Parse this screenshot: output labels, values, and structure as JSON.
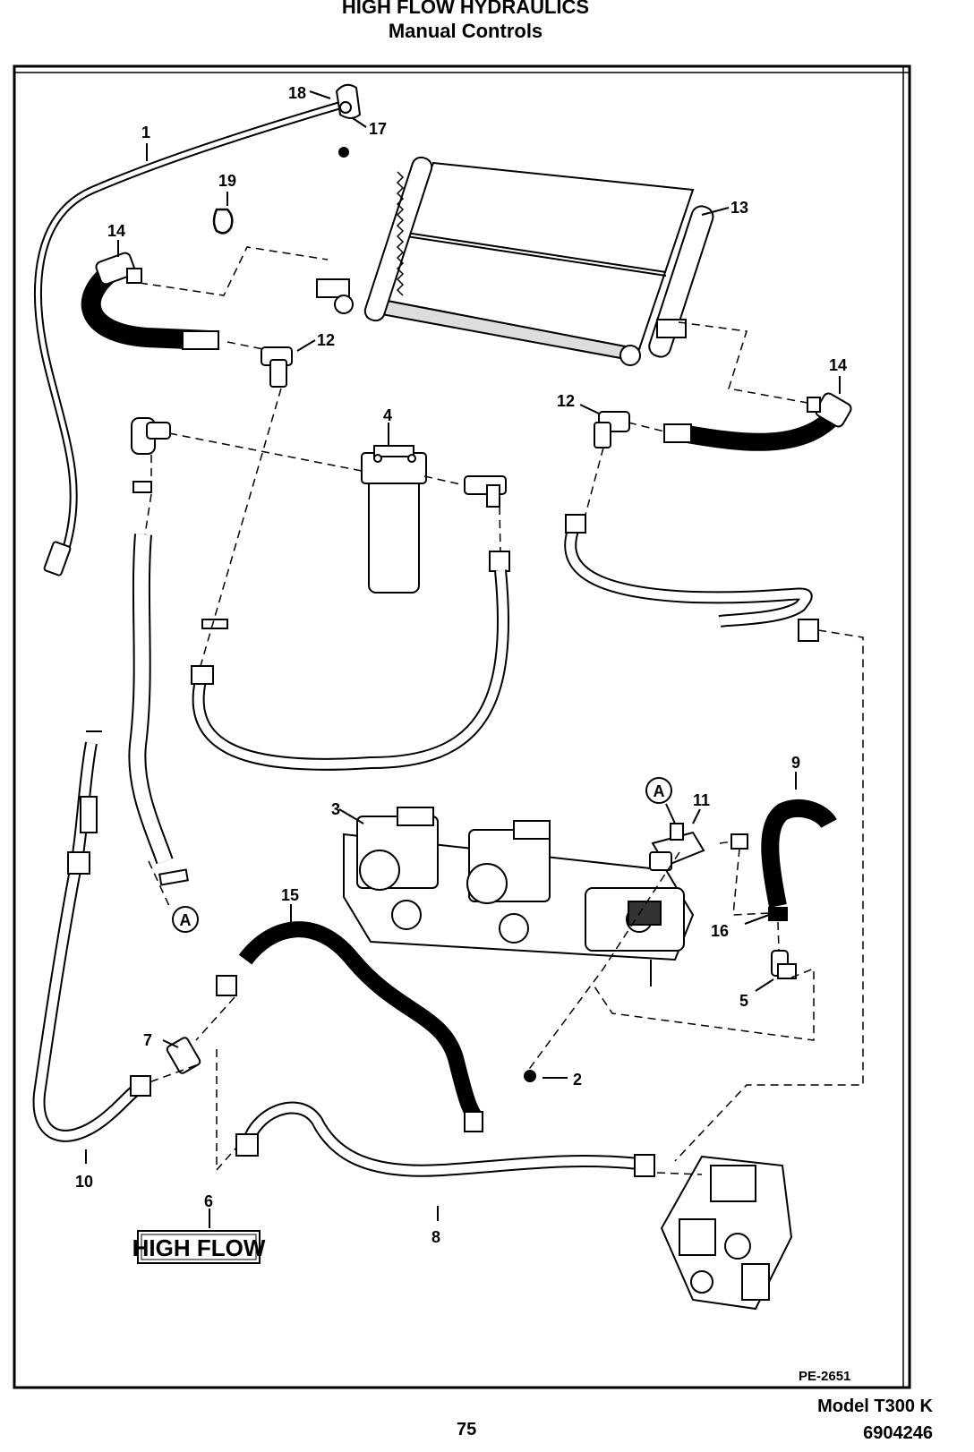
{
  "header": {
    "title": "HIGH FLOW HYDRAULICS",
    "subtitle": "Manual Controls"
  },
  "diagram": {
    "callouts": [
      "1",
      "2",
      "3",
      "4",
      "5",
      "6",
      "7",
      "8",
      "9",
      "10",
      "11",
      "12",
      "12",
      "13",
      "14",
      "14",
      "15",
      "16",
      "16",
      "17",
      "18",
      "19"
    ],
    "circle_labels": [
      "A",
      "A"
    ],
    "decal_text": "HIGH FLOW",
    "figure_code": "PE-2651"
  },
  "footer": {
    "page_number": "75",
    "model": "Model T300 K",
    "part_number": "6904246"
  }
}
